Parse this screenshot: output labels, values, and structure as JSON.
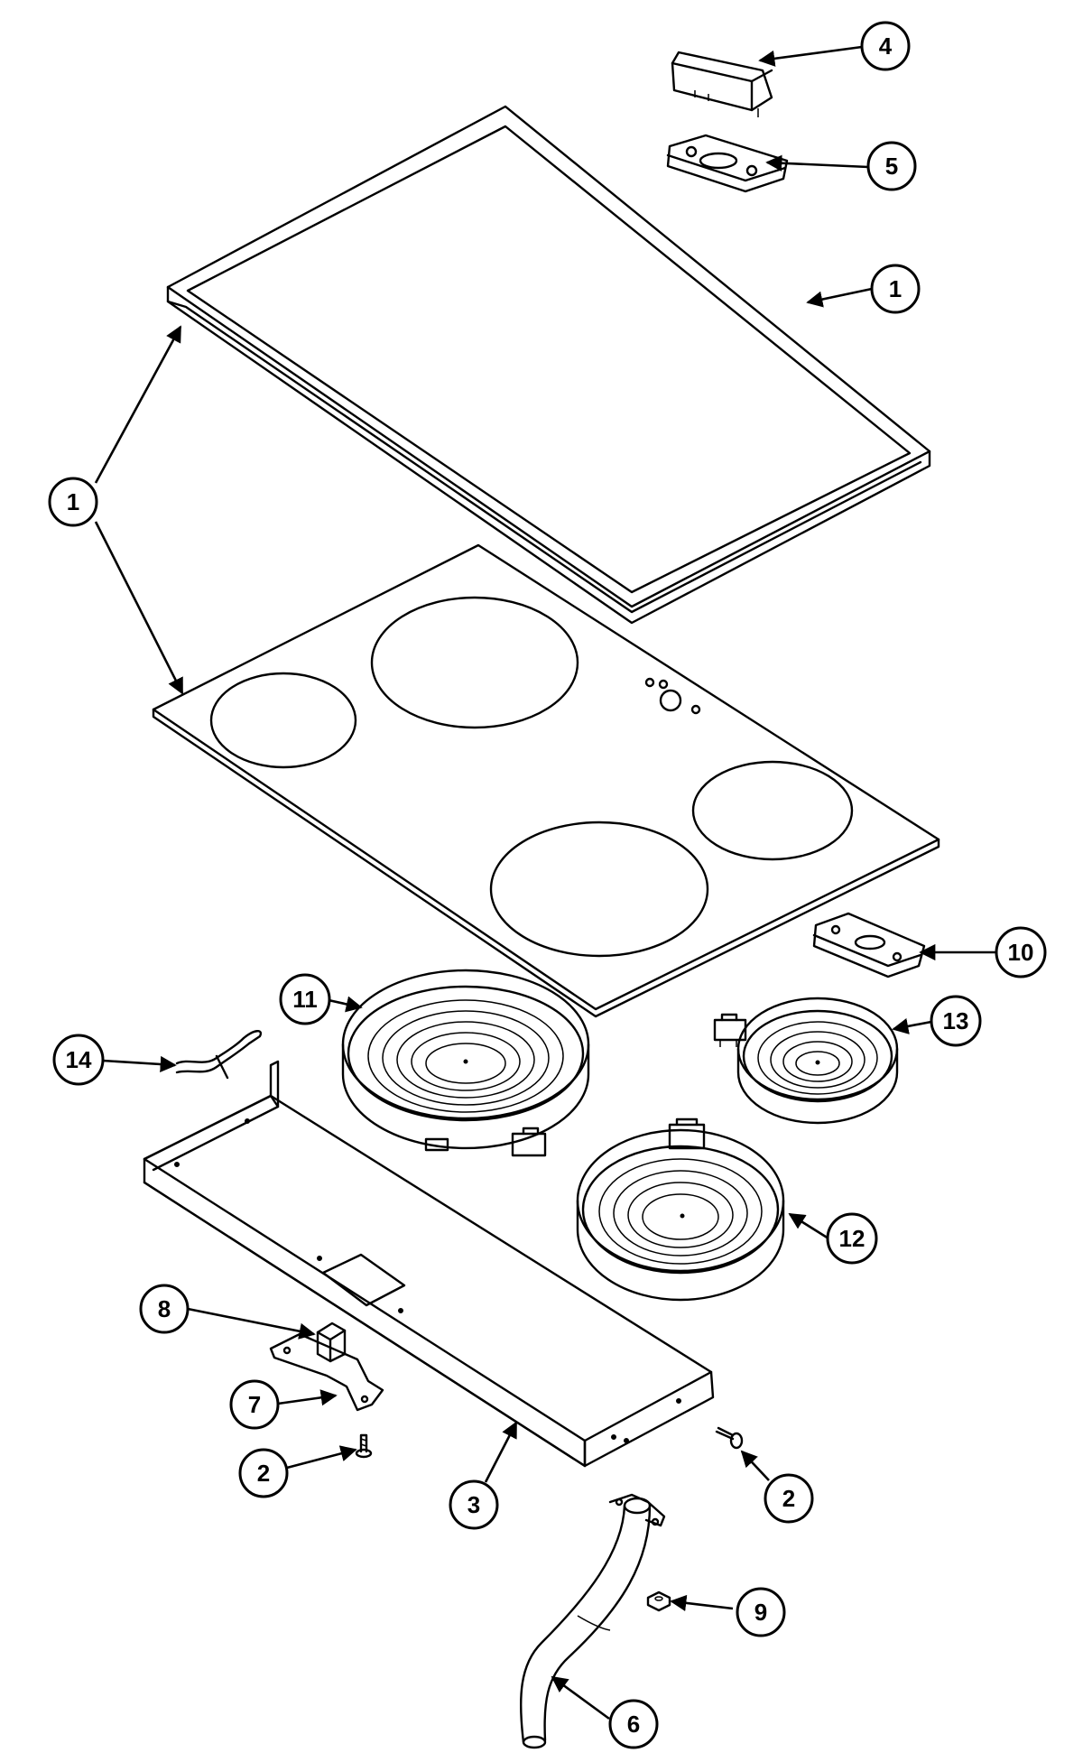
{
  "callouts": [
    {
      "id": "c4",
      "label": "4"
    },
    {
      "id": "c5",
      "label": "5"
    },
    {
      "id": "c1a",
      "label": "1"
    },
    {
      "id": "c1b",
      "label": "1"
    },
    {
      "id": "c10",
      "label": "10"
    },
    {
      "id": "c11",
      "label": "11"
    },
    {
      "id": "c13",
      "label": "13"
    },
    {
      "id": "c14",
      "label": "14"
    },
    {
      "id": "c12",
      "label": "12"
    },
    {
      "id": "c8",
      "label": "8"
    },
    {
      "id": "c7",
      "label": "7"
    },
    {
      "id": "c2a",
      "label": "2"
    },
    {
      "id": "c3",
      "label": "3"
    },
    {
      "id": "c2b",
      "label": "2"
    },
    {
      "id": "c9",
      "label": "9"
    },
    {
      "id": "c6",
      "label": "6"
    }
  ]
}
